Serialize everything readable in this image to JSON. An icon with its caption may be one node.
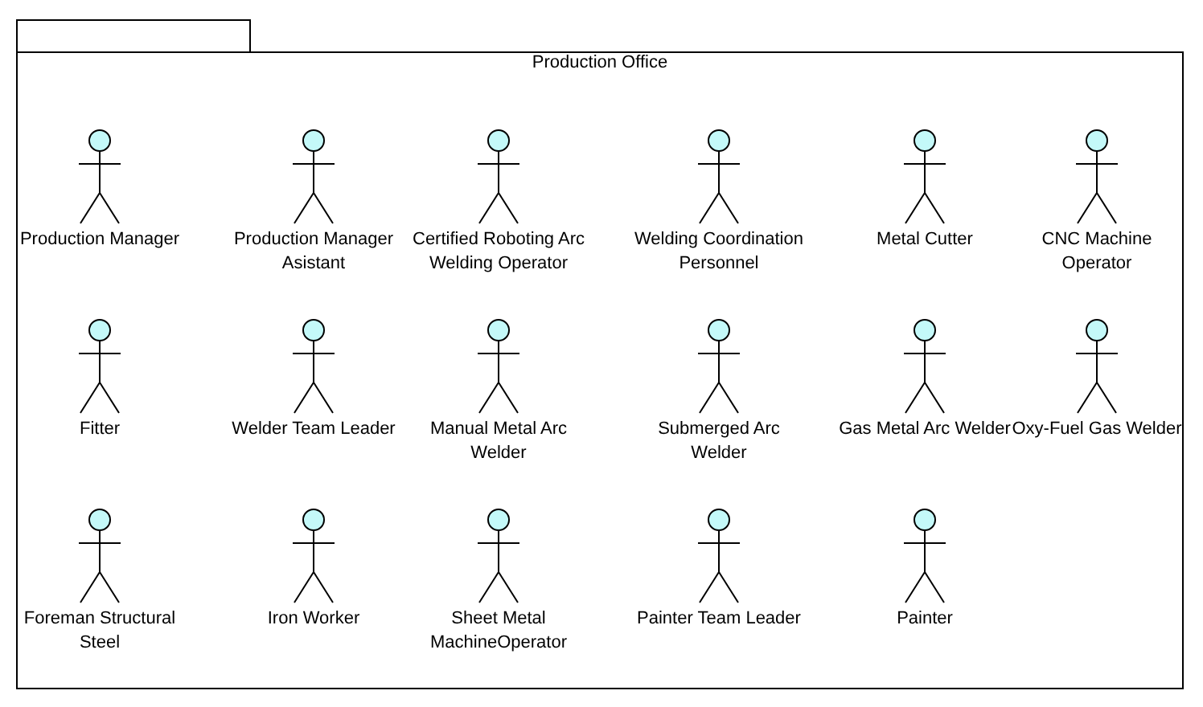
{
  "diagram": {
    "nodes": [
      {
        "text": [
          "Production Office"
        ]
      },
      {
        "text": [
          "Production Manager"
        ],
        "in": 0
      },
      {
        "text": [
          "Production Manager Asistant"
        ],
        "in": 0
      },
      {
        "text": [
          "Certified Roboting Arc Welding Operator"
        ],
        "in": 0
      },
      {
        "text": [
          "Welding Coordination Personnel"
        ],
        "in": 0
      },
      {
        "text": [
          "Metal Cutter"
        ],
        "in": 0
      },
      {
        "text": [
          "CNC Machine Operator"
        ],
        "in": 0
      },
      {
        "text": [
          "Fitter"
        ],
        "in": 0
      },
      {
        "text": [
          "Welder Team Leader"
        ],
        "in": 0
      },
      {
        "text": [
          "Manual Metal Arc Welder"
        ],
        "in": 0
      },
      {
        "text": [
          "Submerged Arc Welder"
        ],
        "in": 0
      },
      {
        "text": [
          "Gas Metal Arc Welder"
        ],
        "in": 0
      },
      {
        "text": [
          "Oxy-Fuel Gas Welder"
        ],
        "in": 0
      },
      {
        "text": [
          "Foreman Structural Steel"
        ],
        "in": 0
      },
      {
        "text": [
          "Iron Worker"
        ],
        "in": 0
      },
      {
        "text": [
          "Sheet Metal MachineOperator"
        ],
        "in": 0
      },
      {
        "text": [
          "Painter Team Leader"
        ],
        "in": 0
      },
      {
        "text": [
          "Painter"
        ],
        "in": 0
      }
    ]
  }
}
